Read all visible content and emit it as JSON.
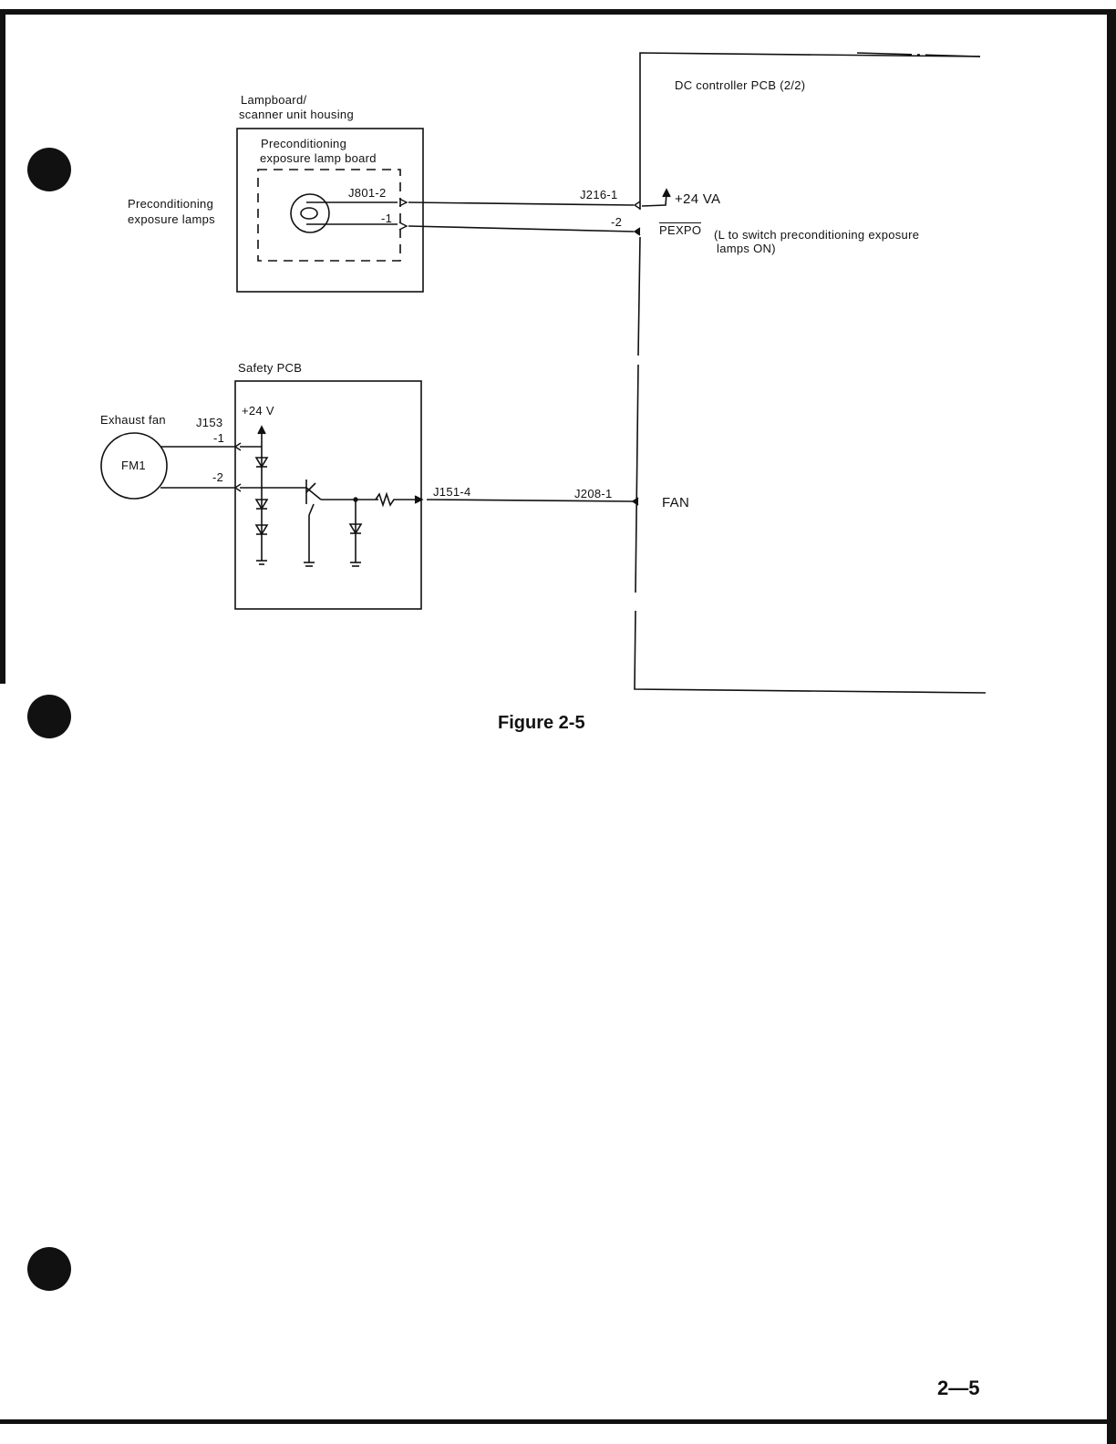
{
  "dc_controller": {
    "title": "DC controller PCB (2/2)"
  },
  "lampboard": {
    "housing_label_line1": "Lampboard/",
    "housing_label_line2": "scanner unit housing",
    "board_label_line1": "Preconditioning",
    "board_label_line2": "exposure lamp board",
    "lamps_label_line1": "Preconditioning",
    "lamps_label_line2": "exposure lamps",
    "connector_j801_2": "J801-2",
    "connector_j801_1": "-1"
  },
  "controller_connectors": {
    "j216_1": "J216-1",
    "j216_2": "-2",
    "j208_1": "J208-1"
  },
  "signals": {
    "supply_24va": "+24 VA",
    "pexpo_name": "PEXPO",
    "pexpo_desc_line1": "(L to switch preconditioning exposure",
    "pexpo_desc_line2": "lamps ON)",
    "fan": "FAN"
  },
  "safety_pcb": {
    "title": "Safety PCB",
    "supply": "+24 V",
    "connector_j151_4": "J151-4"
  },
  "exhaust_fan": {
    "label": "Exhaust fan",
    "motor": "FM1",
    "connector_j153": "J153",
    "pin1": "-1",
    "pin2": "-2"
  },
  "caption": "Figure 2-5",
  "page_number": "2—5"
}
